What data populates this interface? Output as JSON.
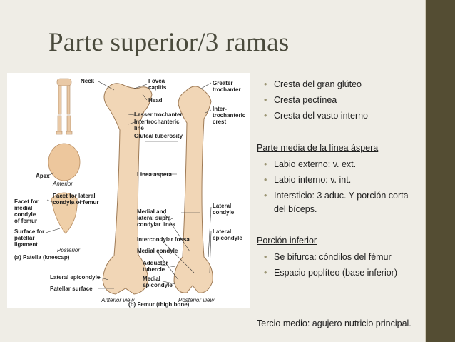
{
  "slide": {
    "title": "Parte superior/3 ramas",
    "bullets_top": [
      "Cresta del gran glúteo",
      "Cresta pectínea",
      "Cresta del vasto interno"
    ],
    "section_media": {
      "heading": "Parte media de la línea áspera",
      "bullets": [
        "Labio externo: v. ext.",
        "Labio interno: v. int.",
        "Intersticio: 3 aduc. Y porción corta"
      ],
      "continuation": "del bíceps."
    },
    "section_inferior": {
      "heading": "Porción inferior",
      "bullets": [
        "Se bifurca: cóndilos del fémur",
        "Espacio poplíteo (base inferior)"
      ]
    },
    "footer_text": "Tercio medio: agujero nutricio principal."
  },
  "figure": {
    "labels": {
      "neck": "Neck",
      "fovea": "Fovea",
      "capitis": "capitis",
      "head": "Head",
      "greater": "Greater",
      "trochanter": "trochanter",
      "inter": "Inter-",
      "trochanteric": "trochanteric",
      "crest": "crest",
      "lesser_trochanter": "Lesser trochanter",
      "intertrochanteric": "Intertrochanteric",
      "line": "line",
      "gluteal": "Gluteal tuberosity",
      "apex": "Apex",
      "anterior": "Anterior",
      "facet_lateral_1": "Facet for lateral",
      "facet_lateral_2": "condyle of femur",
      "facet_for": "Facet for",
      "medial": "medial",
      "condyle": "condyle",
      "of_femur": "of femur",
      "surface_for": "Surface for",
      "patellar": "patellar",
      "ligament": "ligament",
      "posterior": "Posterior",
      "patella_caption": "(a) Patella (kneecap)",
      "linea_aspera": "Linea aspera",
      "medial_and": "Medial and",
      "lateral_supra": "lateral supra-",
      "condylar_lines": "condylar lines",
      "intercondylar": "Intercondylar fossa",
      "medial_condyle": "Medial condyle",
      "adductor": "Adductor",
      "tubercle": "tubercle",
      "medial_epi": "Medial",
      "epicondyle": "epicondyle",
      "lateral": "Lateral",
      "condyle2": "condyle",
      "lateral2": "Lateral",
      "epicondyle2": "epicondyle",
      "lateral_epicondyle": "Lateral epicondyle",
      "patellar_surface": "Patellar surface",
      "anterior_view": "Anterior view",
      "posterior_view": "Posterior view",
      "femur_caption": "(b) Femur (thigh bone)"
    }
  }
}
